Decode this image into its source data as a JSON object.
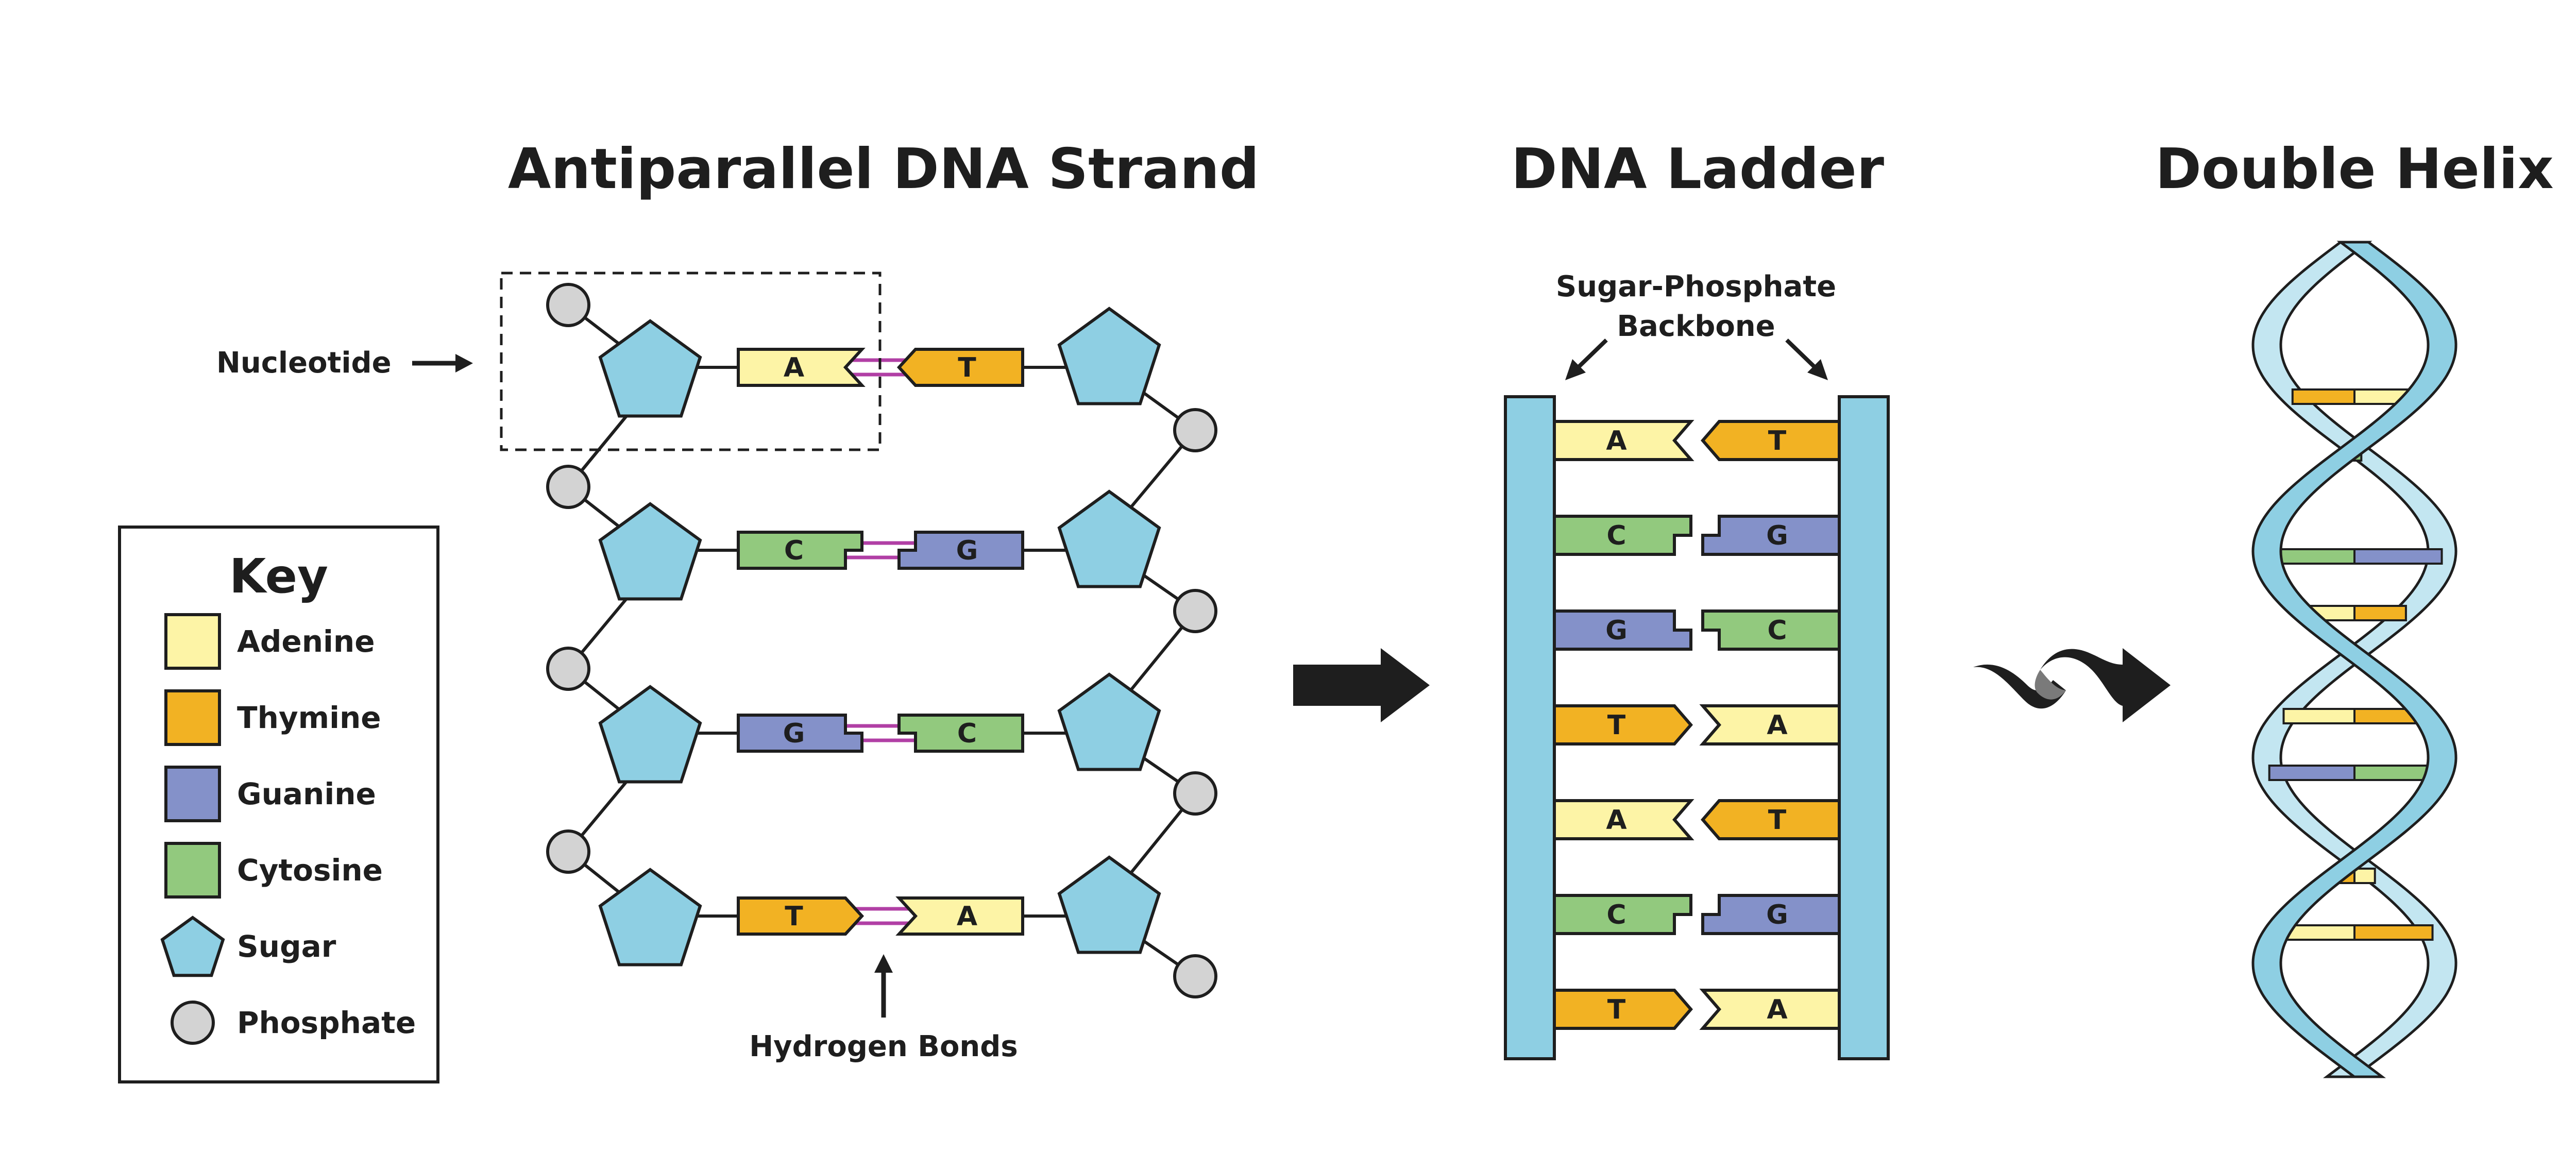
{
  "titles": {
    "antiparallel": "Antiparallel DNA Strand",
    "ladder": "DNA Ladder",
    "helix": "Double Helix"
  },
  "labels": {
    "nucleotide": "Nucleotide",
    "hydrogen_bonds": "Hydrogen Bonds",
    "backbone_line1": "Sugar-Phosphate",
    "backbone_line2": "Backbone"
  },
  "key": {
    "title": "Key",
    "items": [
      {
        "name": "Adenine",
        "shape": "square",
        "color": "#fdf4a6"
      },
      {
        "name": "Thymine",
        "shape": "square",
        "color": "#f2b223"
      },
      {
        "name": "Guanine",
        "shape": "square",
        "color": "#8491c9"
      },
      {
        "name": "Cytosine",
        "shape": "square",
        "color": "#92c97e"
      },
      {
        "name": "Sugar",
        "shape": "pentagon",
        "color": "#8ecfe3"
      },
      {
        "name": "Phosphate",
        "shape": "circle",
        "color": "#d3d3d3"
      }
    ]
  },
  "strand_pairs": [
    {
      "left": "A",
      "right": "T"
    },
    {
      "left": "C",
      "right": "G"
    },
    {
      "left": "G",
      "right": "C"
    },
    {
      "left": "T",
      "right": "A"
    }
  ],
  "ladder_pairs": [
    {
      "left": "A",
      "right": "T"
    },
    {
      "left": "C",
      "right": "G"
    },
    {
      "left": "G",
      "right": "C"
    },
    {
      "left": "T",
      "right": "A"
    },
    {
      "left": "A",
      "right": "T"
    },
    {
      "left": "C",
      "right": "G"
    },
    {
      "left": "T",
      "right": "A"
    }
  ],
  "colors": {
    "A": "#fdf4a6",
    "T": "#f2b223",
    "G": "#8491c9",
    "C": "#92c97e",
    "sugar": "#8ecfe3",
    "phosphate": "#d3d3d3",
    "backbone": "#8ecfe3",
    "backbone_back": "#c3e6f1",
    "hbond": "#b13fa5",
    "outline": "#1e1e1e"
  }
}
